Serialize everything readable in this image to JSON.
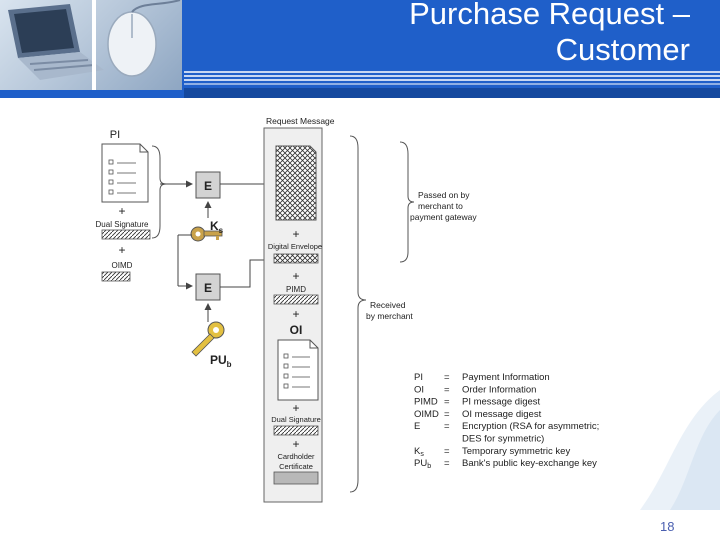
{
  "slide": {
    "title_line1": "Purchase Request –",
    "title_line2": "Customer",
    "page_number": "18"
  },
  "diagram": {
    "pi_label": "PI",
    "plus": "+",
    "dual_signature_label": "Dual Signature",
    "oimd_label": "OIMD",
    "encrypt_box_label": "E",
    "ks_label": "K",
    "ks_sub": "s",
    "pub_label": "PU",
    "pub_sub": "b",
    "request_message_label": "Request Message",
    "digital_envelope_label": "Digital Envelope",
    "pimd_label": "PIMD",
    "oi_label": "OI",
    "cardholder_certificate_line1": "Cardholder",
    "cardholder_certificate_line2": "Certificate",
    "passed_on_line1": "Passed on by",
    "passed_on_line2": "merchant to",
    "passed_on_line3": "payment gateway",
    "received_line1": "Received",
    "received_line2": "by merchant"
  },
  "legend": [
    {
      "abbr": "PI",
      "sub": "",
      "eq": "=",
      "desc": "Payment Information"
    },
    {
      "abbr": "OI",
      "sub": "",
      "eq": "=",
      "desc": "Order Information"
    },
    {
      "abbr": "PIMD",
      "sub": "",
      "eq": "=",
      "desc": "PI message digest"
    },
    {
      "abbr": "OIMD",
      "sub": "",
      "eq": "=",
      "desc": "OI message digest"
    },
    {
      "abbr": "E",
      "sub": "",
      "eq": "=",
      "desc": "Encryption (RSA for asymmetric;"
    },
    {
      "abbr": "",
      "sub": "",
      "eq": "",
      "desc": "DES for symmetric)"
    },
    {
      "abbr": "K",
      "sub": "s",
      "eq": "=",
      "desc": "Temporary symmetric key"
    },
    {
      "abbr": "PU",
      "sub": "b",
      "eq": "=",
      "desc": "Bank's public key-exchange key"
    }
  ],
  "colors": {
    "header_blue": "#1f5fc9",
    "page_number": "#4a5fb0",
    "key_gold": "#e3c041"
  }
}
